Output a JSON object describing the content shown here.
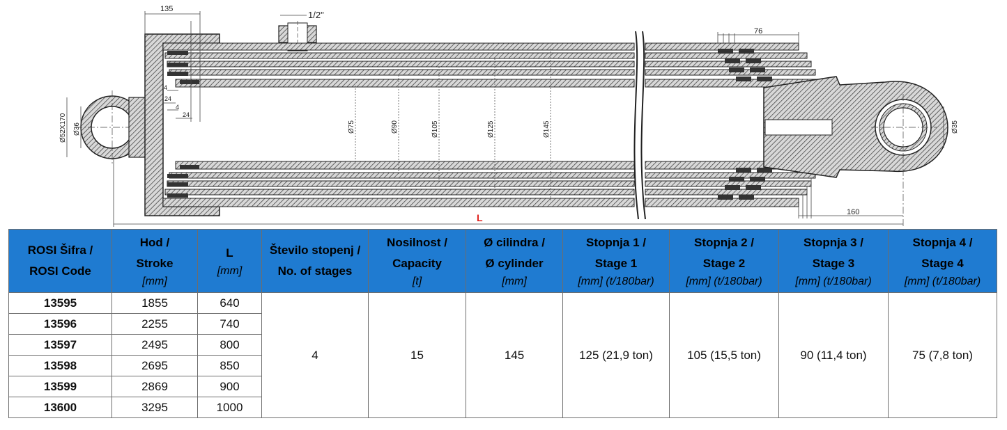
{
  "drawing": {
    "dim_top_left": "135",
    "dim_port": "1/2\"",
    "dim_top_right": "76",
    "dim_eye_left": "Ø52X170",
    "dim_pin_left": "Ø36",
    "dim_small_1": "4",
    "dim_small_2": "24",
    "dim_small_3": "4",
    "dim_small_4": "24",
    "dia_1": "Ø75",
    "dia_2": "Ø90",
    "dia_3": "Ø105",
    "dia_4": "Ø125",
    "dia_5": "Ø145",
    "dim_pin_right": "Ø35",
    "dim_bottom_right": "160",
    "dim_length": "L",
    "accent_color": "#e0201c"
  },
  "table": {
    "header_color": "#1f7bd1",
    "headers": [
      {
        "l1": "ROSI Šifra /",
        "l2": "ROSI Code",
        "unit": ""
      },
      {
        "l1": "Hod /",
        "l2": "Stroke",
        "unit": "[mm]"
      },
      {
        "l1": "L",
        "l2": "",
        "unit": "[mm]"
      },
      {
        "l1": "Število stopenj /",
        "l2": "No. of stages",
        "unit": ""
      },
      {
        "l1": "Nosilnost /",
        "l2": "Capacity",
        "unit": "[t]"
      },
      {
        "l1": "Ø  cilindra /",
        "l2": "Ø cylinder",
        "unit": "[mm]"
      },
      {
        "l1": "Stopnja 1 /",
        "l2": "Stage 1",
        "unit": "[mm] (t/180bar)"
      },
      {
        "l1": "Stopnja 2 /",
        "l2": "Stage 2",
        "unit": "[mm] (t/180bar)"
      },
      {
        "l1": "Stopnja 3 /",
        "l2": "Stage 3",
        "unit": "[mm] (t/180bar)"
      },
      {
        "l1": "Stopnja 4 /",
        "l2": "Stage 4",
        "unit": "[mm] (t/180bar)"
      }
    ],
    "rows": [
      {
        "code": "13595",
        "stroke": "1855",
        "length": "640"
      },
      {
        "code": "13596",
        "stroke": "2255",
        "length": "740"
      },
      {
        "code": "13597",
        "stroke": "2495",
        "length": "800"
      },
      {
        "code": "13598",
        "stroke": "2695",
        "length": "850"
      },
      {
        "code": "13599",
        "stroke": "2869",
        "length": "900"
      },
      {
        "code": "13600",
        "stroke": "3295",
        "length": "1000"
      }
    ],
    "shared": {
      "stages": "4",
      "capacity": "15",
      "cylinder": "145",
      "stage1": "125 (21,9 ton)",
      "stage2": "105 (15,5 ton)",
      "stage3": "90 (11,4 ton)",
      "stage4": "75 (7,8 ton)"
    }
  }
}
